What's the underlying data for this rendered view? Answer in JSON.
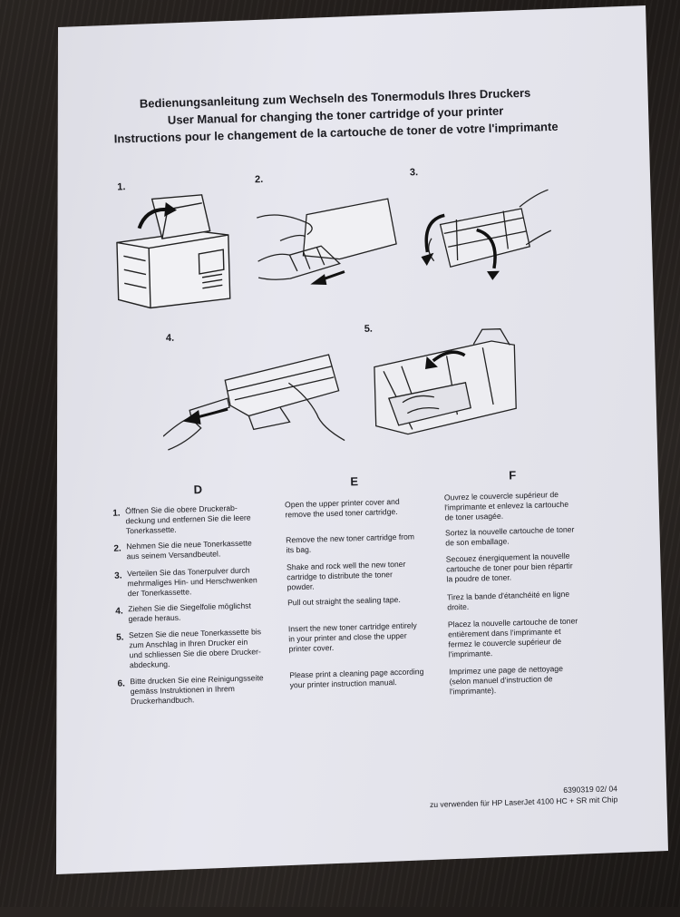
{
  "document": {
    "titles": [
      "Bedienungsanleitung zum Wechseln des Tonermoduls Ihres Druckers",
      "User Manual for changing the toner cartridge of your printer",
      "Instructions pour le changement de la cartouche de toner de votre l'imprimante"
    ],
    "step_labels": [
      "1.",
      "2.",
      "3.",
      "4.",
      "5."
    ],
    "columns": {
      "de": {
        "heading": "D",
        "items": [
          "Öffnen Sie die obere Druckerab-\ndeckung und entfernen Sie die leere\nTonerkassette.",
          "Nehmen Sie die neue Tonerkassette\naus seinem Versandbeutel.",
          "Verteilen Sie das Tonerpulver durch\nmehrmaliges Hin- und Herschwenken\nder Tonerkassette.",
          "Ziehen Sie die Siegelfolie möglichst\ngerade heraus.",
          "Setzen Sie die neue Tonerkassette bis\nzum Anschlag in Ihren Drucker ein\nund schliessen Sie die obere Drucker-\nabdeckung.",
          "Bitte drucken Sie eine Reinigungsseite\ngemäss Instruktionen in Ihrem\nDruckerhandbuch."
        ]
      },
      "en": {
        "heading": "E",
        "items": [
          "Open the upper printer cover and\nremove the used toner cartridge.",
          "Remove the new toner cartridge from\nits bag.",
          "Shake and rock well the new toner\ncartridge to distribute the toner\npowder.",
          "Pull out straight the sealing tape.",
          "Insert the new toner cartridge entirely\nin your printer and close the upper\nprinter cover.",
          "Please print a cleaning page according\nyour printer instruction manual."
        ]
      },
      "fr": {
        "heading": "F",
        "items": [
          "Ouvrez le couvercle supérieur de\nl'imprimante et enlevez la cartouche\nde toner usagée.",
          "Sortez la nouvelle cartouche de toner\nde son emballage.",
          "Secouez énergiquement la nouvelle\ncartouche de toner pour bien répartir\nla poudre de toner.",
          "Tirez la bande d'étanchéité en ligne\ndroite.",
          "Placez la nouvelle cartouche de toner\nentièrement dans l'imprimante et\nfermez le couvercle supérieur de\nl'imprimante.",
          "Imprimez une page de nettoyage\n(selon manuel d'instruction de\nl'imprimante)."
        ]
      }
    },
    "item_numbers": [
      "1.",
      "2.",
      "3.",
      "4.",
      "5.",
      "6."
    ],
    "footer": {
      "code": "6390319  02/ 04",
      "compat": "zu verwenden für HP LaserJet 4100 HC + SR mit Chip"
    }
  }
}
